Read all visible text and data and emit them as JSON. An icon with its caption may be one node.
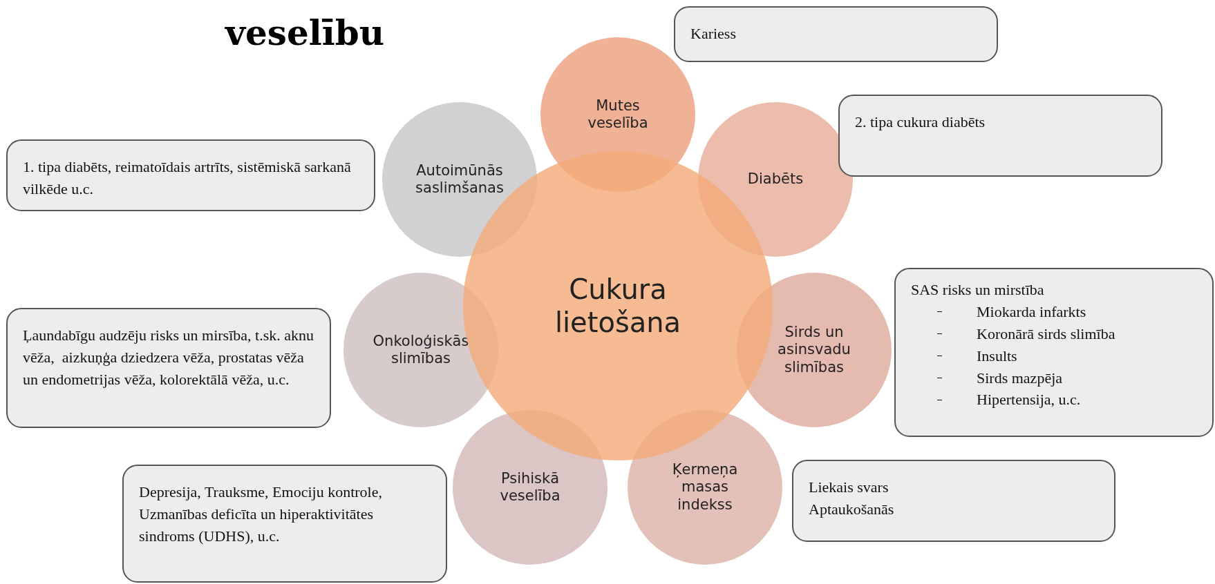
{
  "diagram": {
    "title": "veselību",
    "nodes": [
      {
        "text": [
          "Kariess"
        ]
      },
      {
        "text": [
          "Mutes veselība"
        ]
      },
      {
        "text": [
          "2. tipa cukura diabēts"
        ]
      },
      {
        "text": [
          "1. tipa diabēts, reimatoīdais artrīts, sistēmiskā sarkanā vilkēde u.c."
        ]
      },
      {
        "text": [
          "Autoimūnās saslimšanas"
        ]
      },
      {
        "text": [
          "Diabēts"
        ]
      },
      {
        "text": [
          "Cukura lietošana"
        ]
      },
      {
        "text": [
          "SAS risks un mirstība",
          "Miokarda infarkts",
          "Koronārā sirds slimība",
          "Insults",
          "Sirds mazpēja",
          "Hipertensija, u.c."
        ]
      },
      {
        "text": [
          "Ļaundabīgu audzēju risks un mirsība, t.sk. aknu vēža,  aizkuņģa dziedzera vēža, prostatas vēža un endometrijas vēža, kolorektālā vēža, u.c."
        ]
      },
      {
        "text": [
          "Onkoloģiskās slimības"
        ]
      },
      {
        "text": [
          "Sirds un asinsvadu slimības"
        ]
      },
      {
        "text": [
          "Depresija, Trauksme, Emociju kontrole, Uzmanības deficīta un hiperaktivitātes sindroms (UDHS), u.c."
        ]
      },
      {
        "text": [
          "Psihiskā veselība"
        ]
      },
      {
        "text": [
          "Ķermeņa masas indekss"
        ]
      },
      {
        "text": [
          "Liekais svars",
          "Aptaukošanās"
        ]
      }
    ]
  }
}
